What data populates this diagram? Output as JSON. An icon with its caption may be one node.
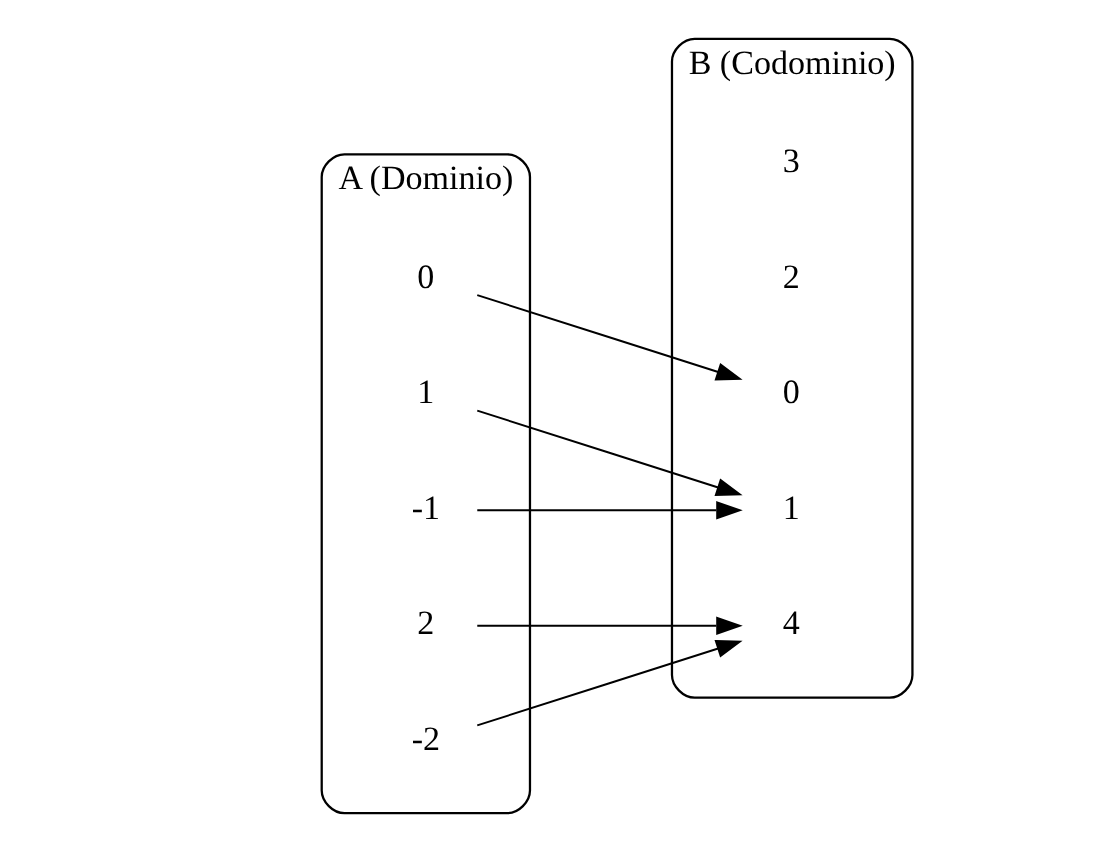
{
  "diagram": {
    "nodes": [
      {
        "text": [
          "A (Dominio)"
        ]
      },
      {
        "text": [
          "-2"
        ],
        "in": 0
      },
      {
        "text": [
          "-1"
        ],
        "in": 0
      },
      {
        "text": [
          "0"
        ],
        "in": 0
      },
      {
        "text": [
          "1"
        ],
        "in": 0
      },
      {
        "text": [
          "2"
        ],
        "in": 0
      },
      {
        "text": [
          "B (Codominio)"
        ]
      },
      {
        "text": [
          "4"
        ],
        "in": 6
      },
      {
        "text": [
          "1"
        ],
        "in": 6
      },
      {
        "text": [
          "2"
        ],
        "in": 6
      },
      {
        "text": [
          "3"
        ],
        "in": 6
      },
      {
        "text": [
          "0"
        ],
        "in": 6
      }
    ],
    "edges": [
      {
        "from": 1,
        "to": 7,
        "arrow": "to"
      },
      {
        "from": 2,
        "to": 8,
        "arrow": "to"
      },
      {
        "from": 3,
        "to": 11,
        "arrow": "to"
      },
      {
        "from": 4,
        "to": 8,
        "arrow": "to"
      },
      {
        "from": 5,
        "to": 7,
        "arrow": "to"
      }
    ]
  }
}
